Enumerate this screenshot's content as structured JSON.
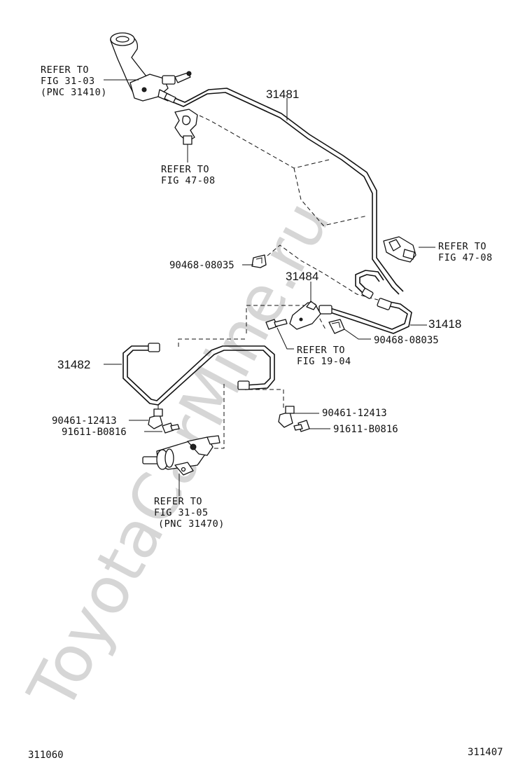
{
  "watermark": "ToyotaCarMine.ru",
  "parts": {
    "p31481": "31481",
    "p31484": "31484",
    "p31418": "31418",
    "p31482": "31482",
    "clip_upper": "90468-08035",
    "clip_lower": "90468-08035",
    "clamp_left": "90461-12413",
    "clamp_right": "90461-12413",
    "bolt_left": "91611-B0816",
    "bolt_right": "91611-B0816"
  },
  "refs": {
    "master_cylinder": [
      "REFER TO",
      "FIG 31-03",
      "(PNC 31410)"
    ],
    "clamp_top": [
      "REFER TO",
      "FIG 47-08"
    ],
    "clamp_right": [
      "REFER TO",
      "FIG 47-08"
    ],
    "bracket": [
      "REFER TO",
      "FIG 19-04"
    ],
    "release_cylinder": [
      "REFER TO",
      "FIG 31-05",
      "(PNC 31470)"
    ]
  },
  "footer": {
    "left_code": "311060",
    "right_code": "311407"
  }
}
